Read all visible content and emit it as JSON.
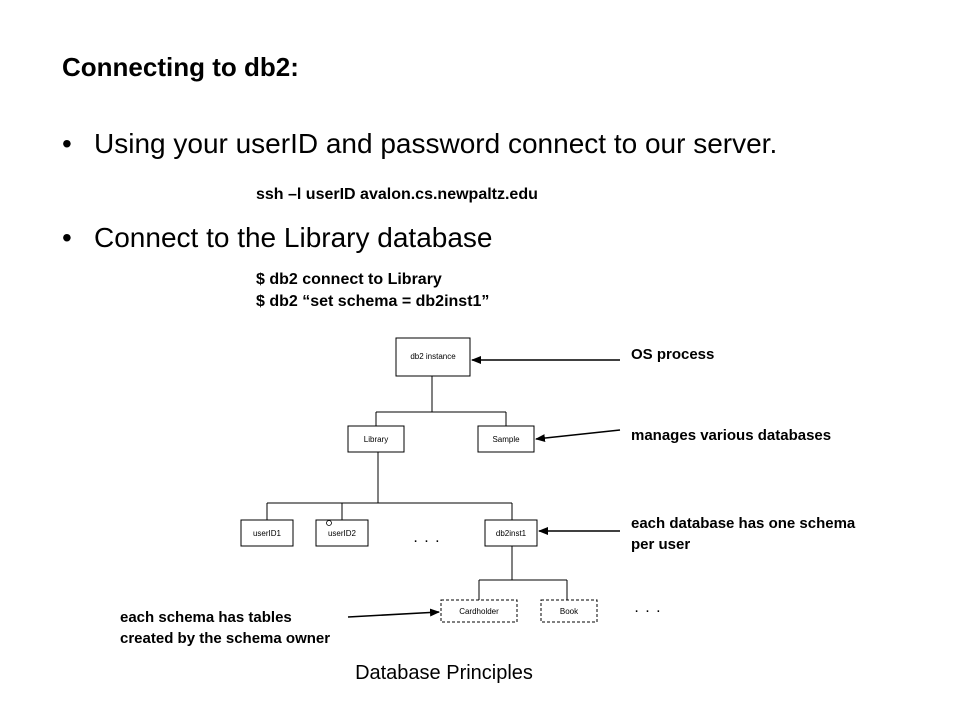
{
  "slide": {
    "title": "Connecting to db2:",
    "bullets": [
      {
        "marker": "•",
        "text": "Using your userID and password connect to our server."
      },
      {
        "marker": "•",
        "text": "Connect to the Library database"
      }
    ],
    "commands": {
      "ssh": "ssh –l userID avalon.cs.newpaltz.edu",
      "connect": "$ db2 connect to Library",
      "set_schema": "$ db2 “set schema = db2inst1”"
    },
    "footer": "Database Principles"
  },
  "diagram": {
    "nodes": {
      "instance": "db2 instance",
      "library": "Library",
      "sample": "Sample",
      "user1": "userID1",
      "user2": "userID2",
      "inst1": "db2inst1",
      "cardholder": "Cardholder",
      "book": "Book"
    },
    "ellipsis_schemas": ". . .",
    "ellipsis_tables": ". . .",
    "annotations": {
      "os_process": "OS process",
      "manages": "manages various databases",
      "schema_line1": "each database has one schema",
      "schema_line2": "per user",
      "tables_line1": "each schema has tables",
      "tables_line2": "created by the schema owner"
    }
  }
}
